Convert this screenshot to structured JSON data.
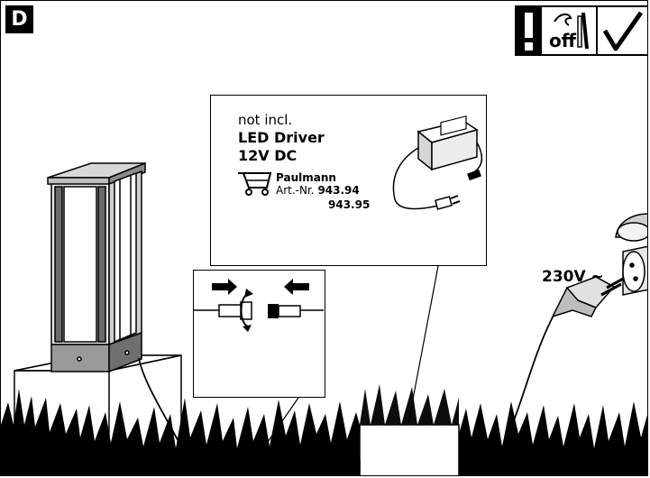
{
  "step": {
    "label": "D"
  },
  "header_icons": [
    {
      "name": "warning-icon"
    },
    {
      "name": "power-off-icon",
      "label": "off"
    },
    {
      "name": "checkmark-icon"
    }
  ],
  "driver_callout": {
    "note": "not incl.",
    "title": "LED Driver",
    "voltage": "12V DC",
    "brand": "Paulmann",
    "art_prefix": "Art.-Nr.",
    "art_numbers": [
      "943.94",
      "943.95"
    ],
    "icon": "shopping-cart-icon"
  },
  "mains_label": "230V ~",
  "colors": {
    "ink": "#000000",
    "background": "#ffffff",
    "metal": "#9a9a9a"
  }
}
